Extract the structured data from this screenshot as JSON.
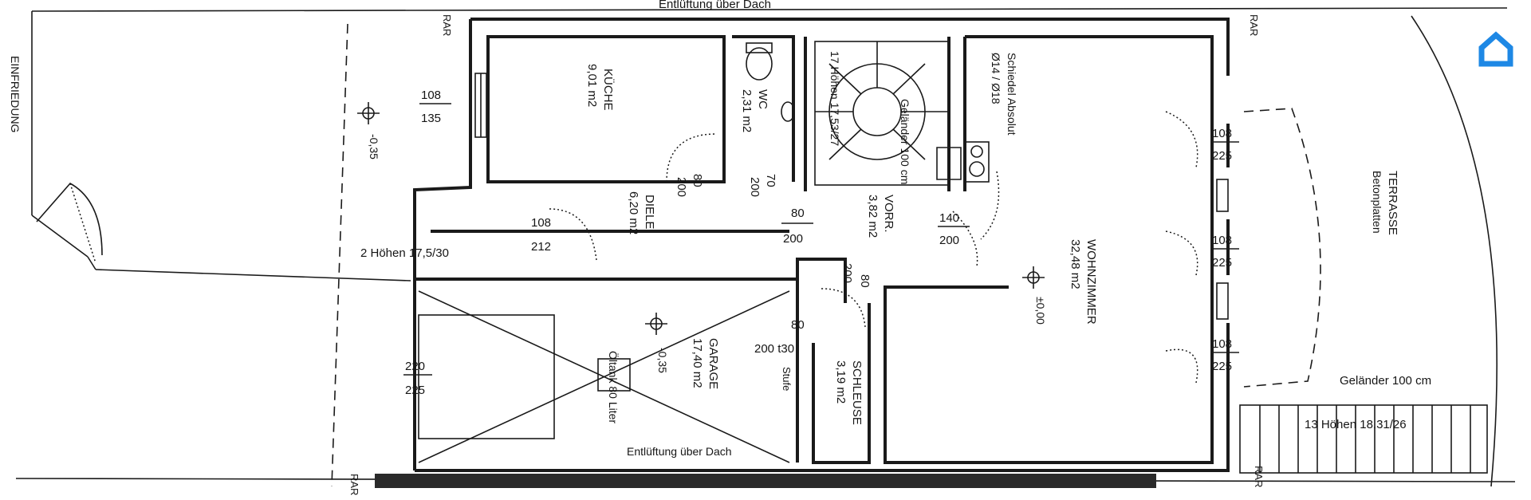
{
  "plan": {
    "top_note": "Entlüftung über Dach",
    "boundary": "EINFRIEDUNG",
    "rar_marks": [
      "RAR",
      "RAR",
      "RAR",
      "RAR"
    ],
    "rooms": {
      "kitchen": {
        "name": "KÜCHE",
        "area": "9,01 m2"
      },
      "wc": {
        "name": "WC",
        "area": "2,31 m2"
      },
      "hall": {
        "name": "DIELE",
        "area": "6,20 m2"
      },
      "vestibule": {
        "name": "VORR.",
        "area": "3,82 m2"
      },
      "living": {
        "name": "WOHNZIMMER",
        "area": "32,48 m2"
      },
      "garage": {
        "name": "GARAGE",
        "area": "17,40 m2"
      },
      "airlock": {
        "name": "SCHLEUSE",
        "area": "3,19 m2"
      },
      "terrace": {
        "name": "TERRASSE",
        "surface": "Betonplatten"
      }
    },
    "notes": {
      "stairs_upper": "17 Höhen 17,53/27",
      "stair_railing": "Geländer 100 cm",
      "chimney": "Schiedel Absolut",
      "chimney_dims": "Ø14 / Ø18",
      "steps_two": "2 Höhen 17,5/30",
      "garage_vent": "Entlüftung über Dach",
      "oil_tank": "Öltank 80 Liter",
      "step": "Stufe",
      "railing_terrace": "Geländer 100 cm",
      "stairs_lower": "13 Höhen 18,31/26"
    },
    "levels": {
      "garden": "-0,35",
      "garage": "-0,35",
      "living": "±0,00"
    },
    "openings": [
      {
        "top": "108",
        "bottom": "135"
      },
      {
        "top": "108",
        "bottom": "212"
      },
      {
        "top": "80",
        "bottom": "200"
      },
      {
        "top": "70",
        "bottom": "200"
      },
      {
        "top": "80",
        "bottom": "200"
      },
      {
        "top": "140",
        "bottom": "200"
      },
      {
        "top": "80",
        "bottom": "200"
      },
      {
        "top": "80",
        "bottom": "200 t30"
      },
      {
        "top": "220",
        "bottom": "225"
      },
      {
        "top": "108",
        "bottom": "225"
      },
      {
        "top": "108",
        "bottom": "225"
      },
      {
        "top": "108",
        "bottom": "225"
      }
    ]
  },
  "logo": {
    "name": "house-logo",
    "color": "#1e88e5"
  }
}
